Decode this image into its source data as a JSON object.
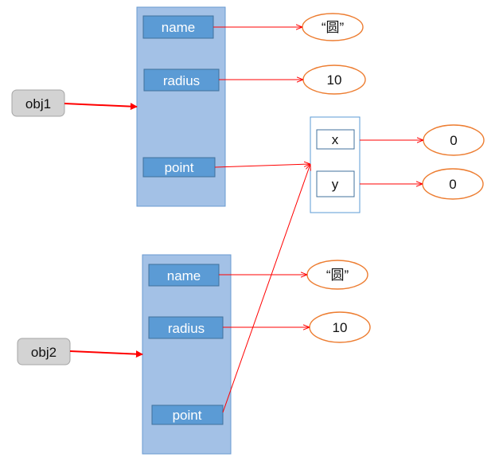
{
  "colors": {
    "panel": "#a3c1e6",
    "field": "#5b9bd5",
    "arrow": "#ff0000",
    "value_border": "#ed7d31",
    "ref_button": "#d3d3d3"
  },
  "references": {
    "obj1": "obj1",
    "obj2": "obj2"
  },
  "object1": {
    "name_field": "name",
    "radius_field": "radius",
    "point_field": "point",
    "name_value": "“圆”",
    "radius_value": "10"
  },
  "object2": {
    "name_field": "name",
    "radius_field": "radius",
    "point_field": "point",
    "name_value": "“圆”",
    "radius_value": "10"
  },
  "point": {
    "x_field": "x",
    "y_field": "y",
    "x_value": "0",
    "y_value": "0"
  }
}
